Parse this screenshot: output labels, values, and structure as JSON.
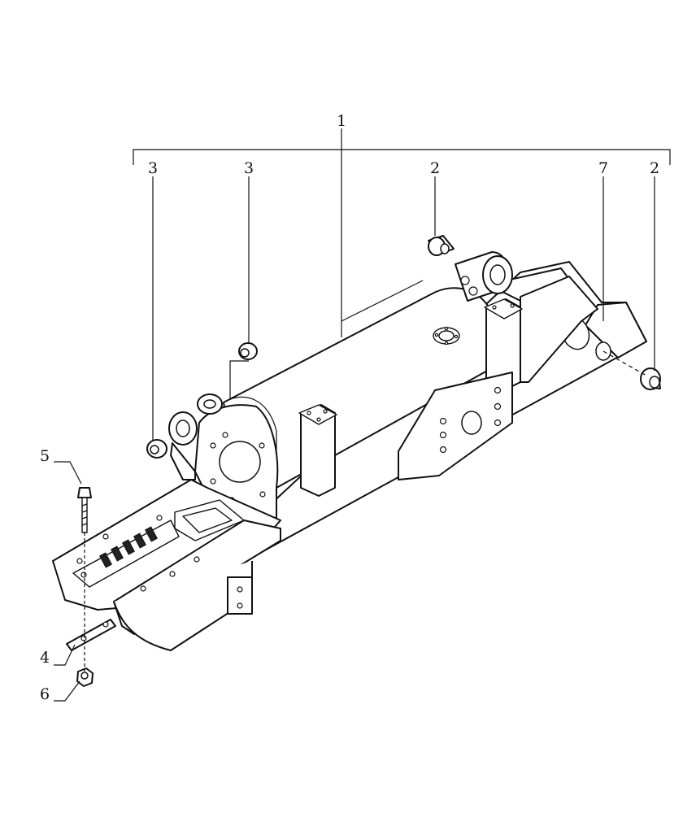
{
  "callouts": {
    "c1": "1",
    "c2a": "2",
    "c2b": "2",
    "c3a": "3",
    "c3b": "3",
    "c4": "4",
    "c5": "5",
    "c6": "6",
    "c7": "7"
  }
}
